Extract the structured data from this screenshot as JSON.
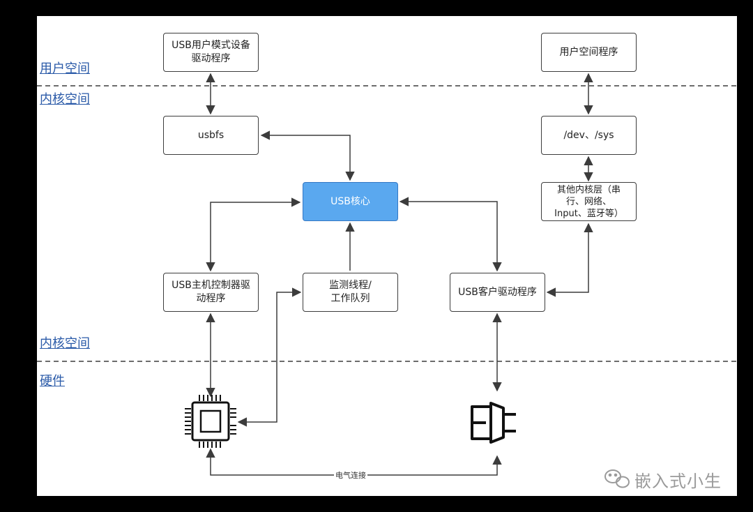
{
  "zones": {
    "user_space_label": "用户空间",
    "kernel_space_top_label": "内核空间",
    "kernel_space_bottom_label": "内核空间",
    "hardware_label": "硬件"
  },
  "nodes": {
    "usb_user_driver": "USB用户模式设备\n驱动程序",
    "user_program": "用户空间程序",
    "usbfs": "usbfs",
    "dev_sys": "/dev、/sys",
    "usb_core": "USB核心",
    "other_kernel_layers": "其他内核层（串\n行、网络、\nInput、蓝牙等）",
    "host_controller_driver": "USB主机控制器驱\n动程序",
    "monitor_thread": "监测线程/\n工作队列",
    "client_driver": "USB客户驱动程序"
  },
  "edges": {
    "electrical_connection": "电气连接"
  },
  "icons": {
    "chip": "chip-icon",
    "plug": "plug-icon",
    "wechat": "wechat-icon"
  },
  "watermark": {
    "text": "嵌入式小生"
  },
  "colors": {
    "core_fill": "#5aa8ef",
    "zone_label": "#2a5aa8",
    "line": "#3c3c3c",
    "background": "#000000"
  }
}
